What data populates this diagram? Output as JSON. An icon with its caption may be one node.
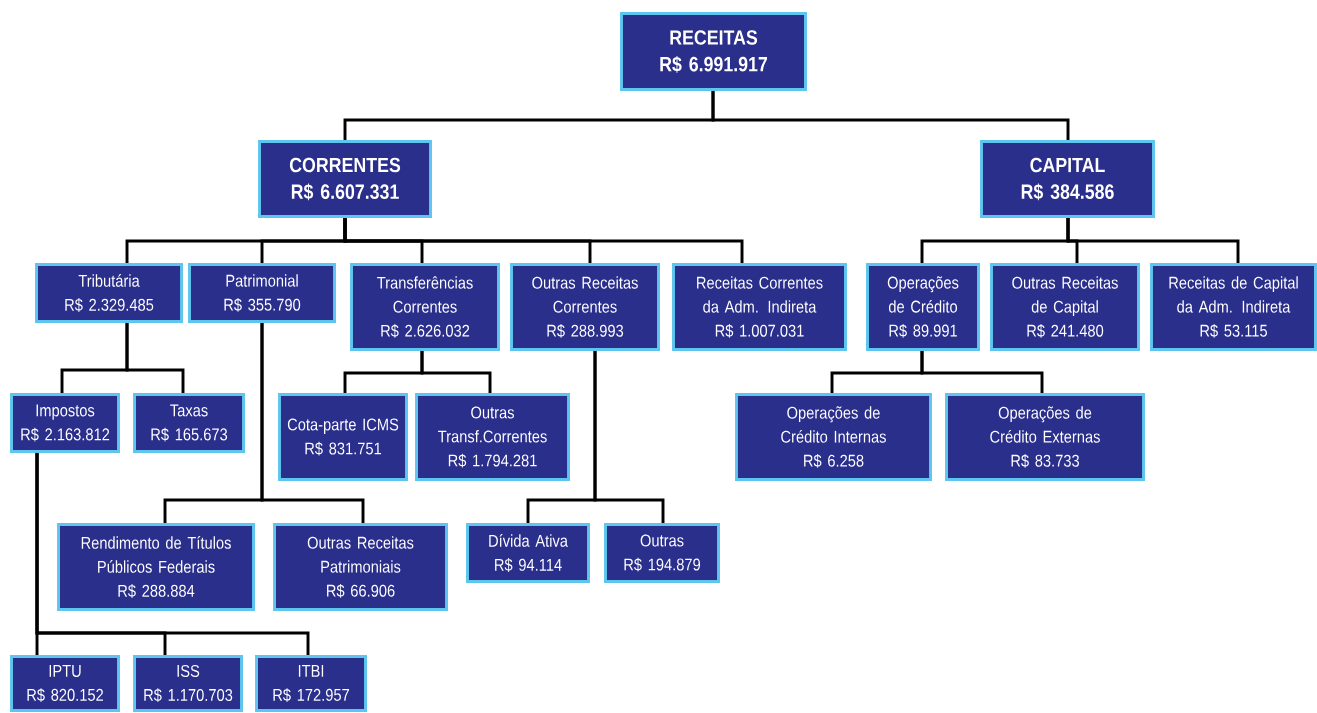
{
  "diagram": {
    "nodes": [
      {
        "text": [
          "RECEITAS",
          "R$ 6.991.917"
        ]
      },
      {
        "text": [
          "CORRENTES",
          "R$ 6.607.331"
        ]
      },
      {
        "text": [
          "CAPITAL",
          "R$ 384.586"
        ]
      },
      {
        "text": [
          "Tributária",
          "R$ 2.329.485"
        ]
      },
      {
        "text": [
          "Patrimonial",
          "R$ 355.790"
        ]
      },
      {
        "text": [
          "Transferências Correntes",
          "R$ 2.626.032"
        ]
      },
      {
        "text": [
          "Outras Receitas Correntes",
          "R$ 288.993"
        ]
      },
      {
        "text": [
          "Receitas Correntes da Adm. Indireta",
          "R$ 1.007.031"
        ]
      },
      {
        "text": [
          "Operações de Crédito",
          "R$ 89.991"
        ]
      },
      {
        "text": [
          "Outras Receitas de Capital",
          "R$ 241.480"
        ]
      },
      {
        "text": [
          "Receitas de Capital da Adm. Indireta",
          "R$ 53.115"
        ]
      },
      {
        "text": [
          "Impostos",
          "R$ 2.163.812"
        ]
      },
      {
        "text": [
          "Taxas",
          "R$ 165.673"
        ]
      },
      {
        "text": [
          "Cota-parte ICMS",
          "R$ 831.751"
        ]
      },
      {
        "text": [
          "Outras Transf.Correntes",
          "R$ 1.794.281"
        ]
      },
      {
        "text": [
          "Operações de Crédito Internas",
          "R$ 6.258"
        ]
      },
      {
        "text": [
          "Operações de Crédito Externas",
          "R$ 83.733"
        ]
      },
      {
        "text": [
          "Rendimento de Títulos Públicos Federais",
          "R$ 288.884"
        ]
      },
      {
        "text": [
          "Outras Receitas Patrimoniais",
          "R$ 66.906"
        ]
      },
      {
        "text": [
          "Dívida Ativa",
          "R$ 94.114"
        ]
      },
      {
        "text": [
          "Outras",
          "R$ 194.879"
        ]
      },
      {
        "text": [
          "IPTU",
          "R$ 820.152"
        ]
      },
      {
        "text": [
          "ISS",
          "R$ 1.170.703"
        ]
      },
      {
        "text": [
          "ITBI",
          "R$ 172.957"
        ]
      }
    ],
    "edges": [
      {
        "from": 0,
        "to": 1,
        "arrow": "none"
      },
      {
        "from": 0,
        "to": 2,
        "arrow": "none"
      },
      {
        "from": 1,
        "to": 3,
        "arrow": "none"
      },
      {
        "from": 1,
        "to": 4,
        "arrow": "none"
      },
      {
        "from": 1,
        "to": 5,
        "arrow": "none"
      },
      {
        "from": 1,
        "to": 6,
        "arrow": "none"
      },
      {
        "from": 1,
        "to": 7,
        "arrow": "none"
      },
      {
        "from": 2,
        "to": 8,
        "arrow": "none"
      },
      {
        "from": 2,
        "to": 9,
        "arrow": "none"
      },
      {
        "from": 2,
        "to": 10,
        "arrow": "none"
      },
      {
        "from": 3,
        "to": 11,
        "arrow": "none"
      },
      {
        "from": 3,
        "to": 12,
        "arrow": "none"
      },
      {
        "from": 5,
        "to": 13,
        "arrow": "none"
      },
      {
        "from": 5,
        "to": 14,
        "arrow": "none"
      },
      {
        "from": 8,
        "to": 15,
        "arrow": "none"
      },
      {
        "from": 8,
        "to": 16,
        "arrow": "none"
      },
      {
        "from": 4,
        "to": 17,
        "arrow": "none"
      },
      {
        "from": 4,
        "to": 18,
        "arrow": "none"
      },
      {
        "from": 6,
        "to": 19,
        "arrow": "none"
      },
      {
        "from": 6,
        "to": 20,
        "arrow": "none"
      },
      {
        "from": 11,
        "to": 21,
        "arrow": "none"
      },
      {
        "from": 11,
        "to": 22,
        "arrow": "none"
      },
      {
        "from": 11,
        "to": 23,
        "arrow": "none"
      }
    ]
  }
}
